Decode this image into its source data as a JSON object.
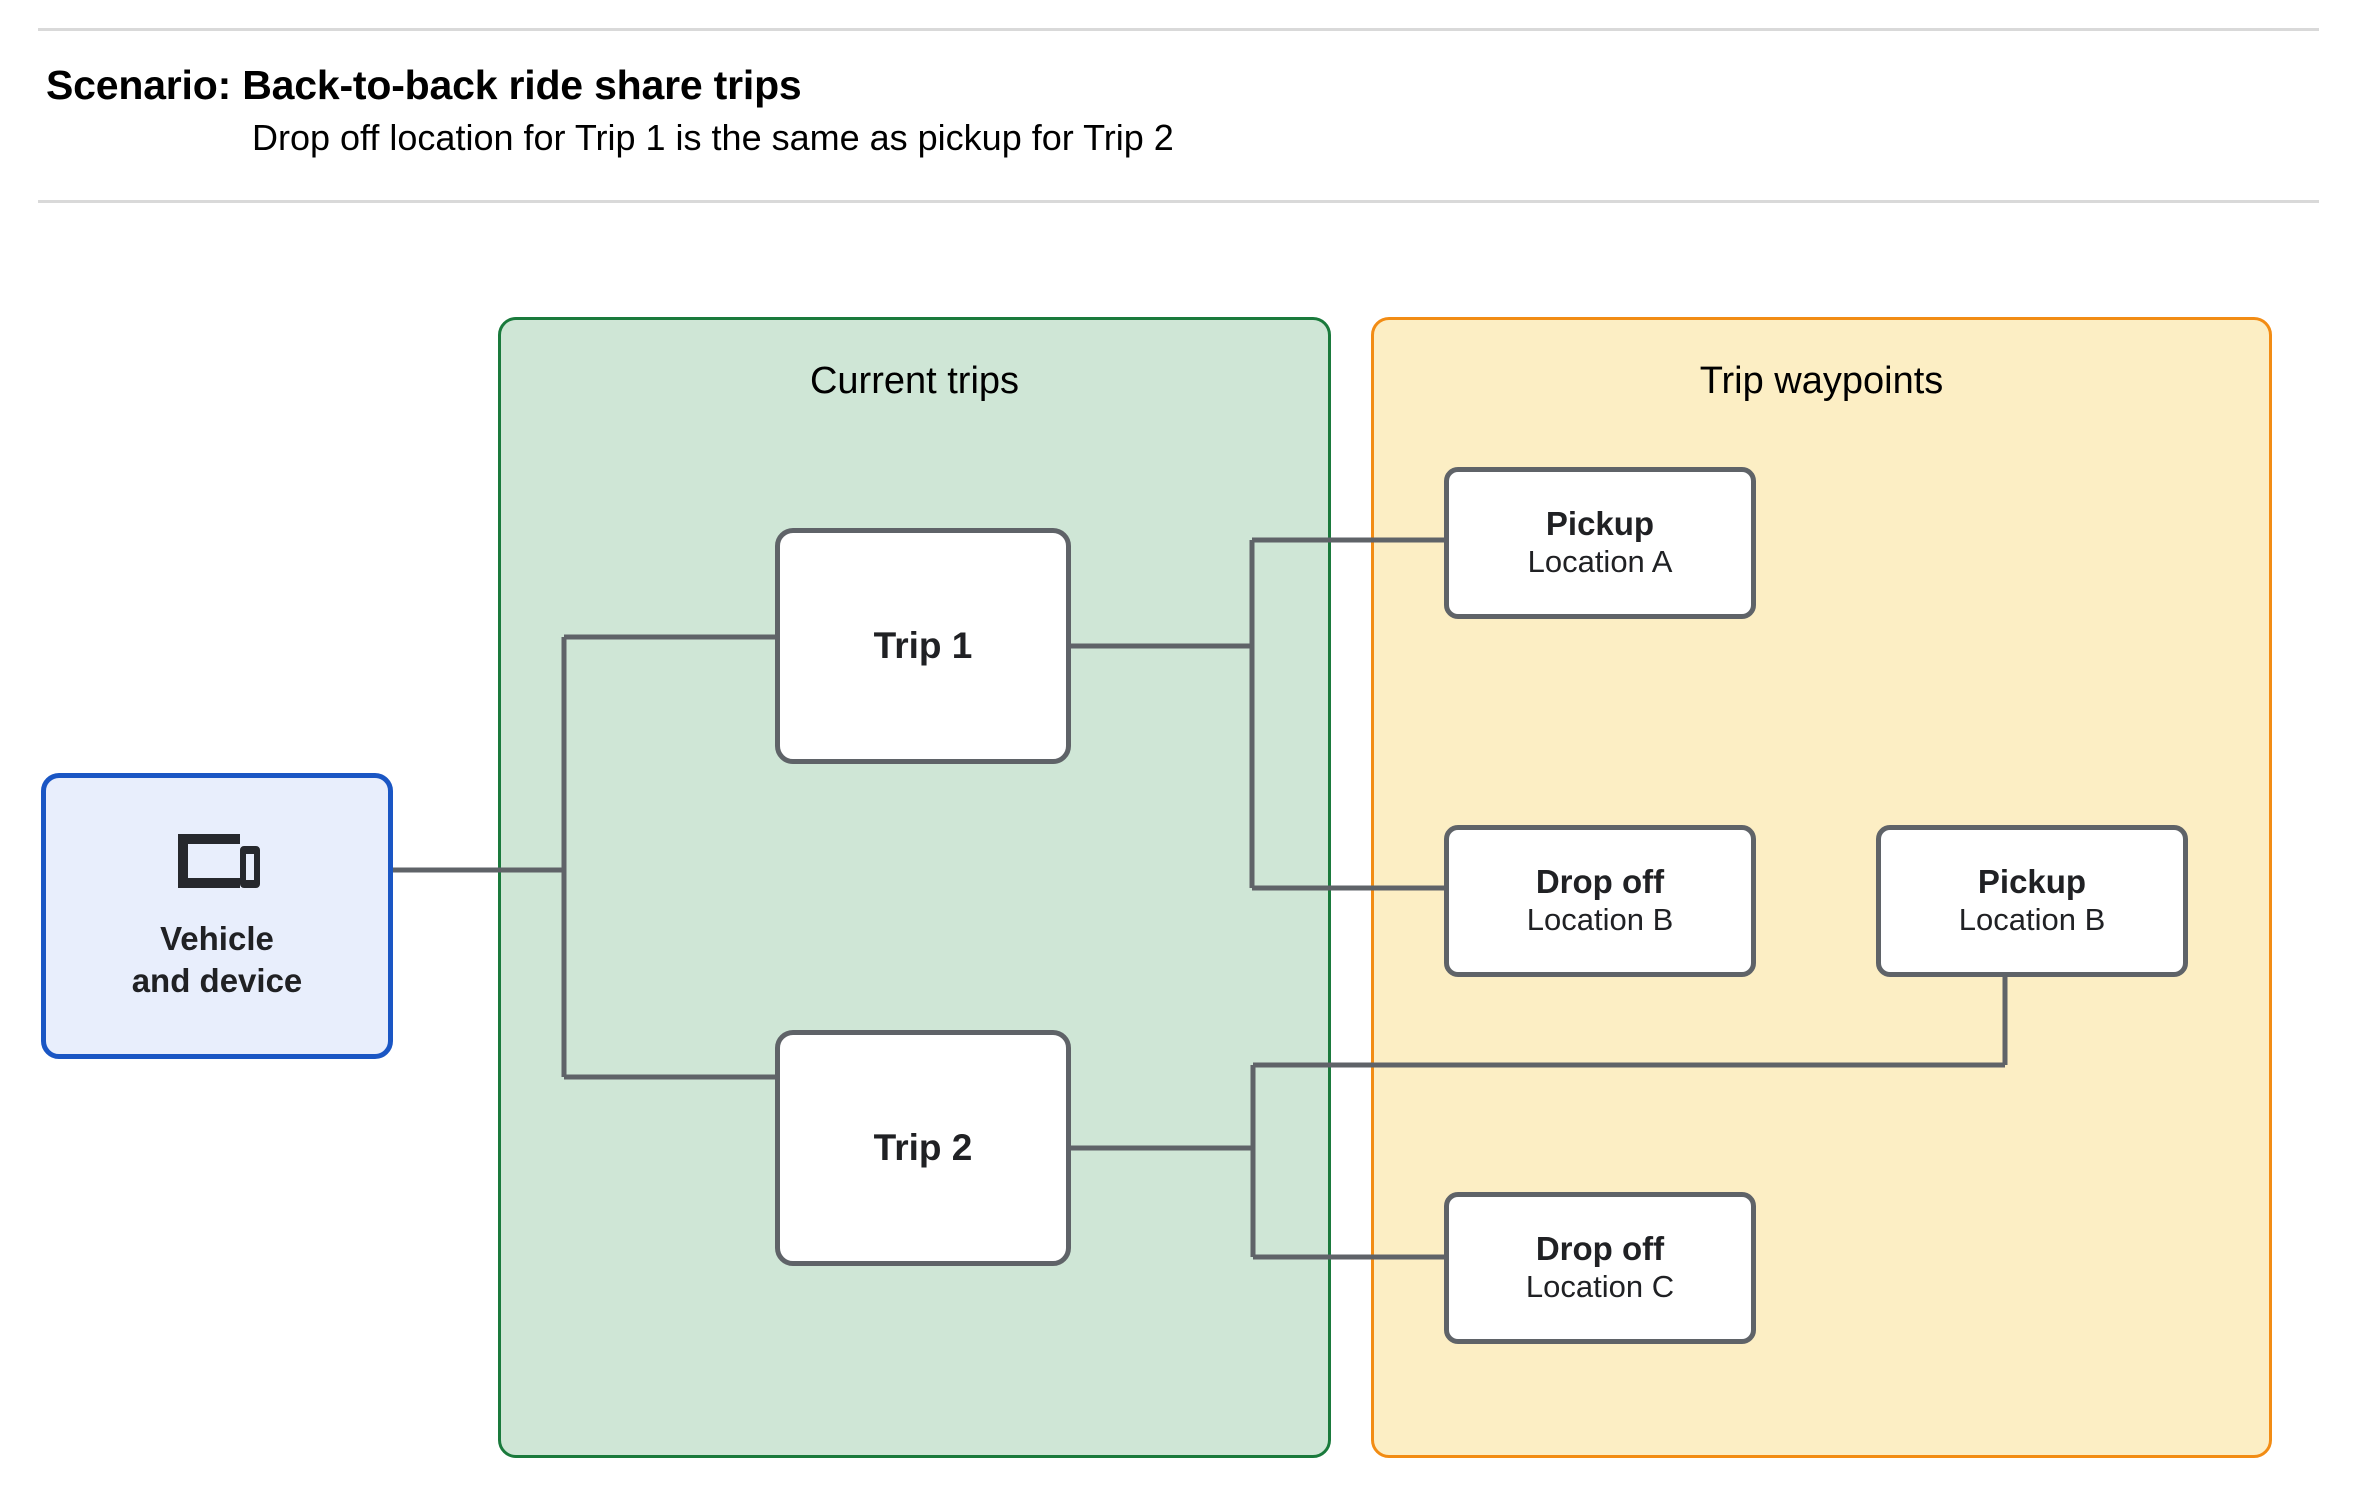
{
  "header": {
    "title": "Scenario: Back-to-back ride share trips",
    "subtitle": "Drop off  location for Trip 1 is the same as pickup for Trip 2"
  },
  "panels": {
    "current_trips": {
      "title": "Current trips",
      "fill": "#cfe6d6",
      "stroke": "#1a7a3c"
    },
    "trip_waypoints": {
      "title": "Trip waypoints",
      "fill": "#fceec4",
      "stroke": "#f28c14"
    }
  },
  "source": {
    "label": "Vehicle\nand device",
    "icon": "devices-icon",
    "fill": "#e8eefc",
    "stroke": "#1a56c4"
  },
  "trips": [
    {
      "id": "trip-1",
      "label": "Trip 1"
    },
    {
      "id": "trip-2",
      "label": "Trip 2"
    }
  ],
  "waypoints": [
    {
      "id": "pickup-a",
      "kind": "Pickup",
      "location": "Location A"
    },
    {
      "id": "dropoff-b",
      "kind": "Drop off",
      "location": "Location B"
    },
    {
      "id": "pickup-b",
      "kind": "Pickup",
      "location": "Location B"
    },
    {
      "id": "dropoff-c",
      "kind": "Drop off",
      "location": "Location C"
    }
  ],
  "connector": {
    "color": "#5f6368",
    "width": 5
  },
  "edges": [
    {
      "from": "vehicle-device",
      "to": "trip-1"
    },
    {
      "from": "vehicle-device",
      "to": "trip-2"
    },
    {
      "from": "trip-1",
      "to": "pickup-a"
    },
    {
      "from": "trip-1",
      "to": "dropoff-b"
    },
    {
      "from": "trip-2",
      "to": "pickup-b"
    },
    {
      "from": "trip-2",
      "to": "dropoff-c"
    }
  ]
}
